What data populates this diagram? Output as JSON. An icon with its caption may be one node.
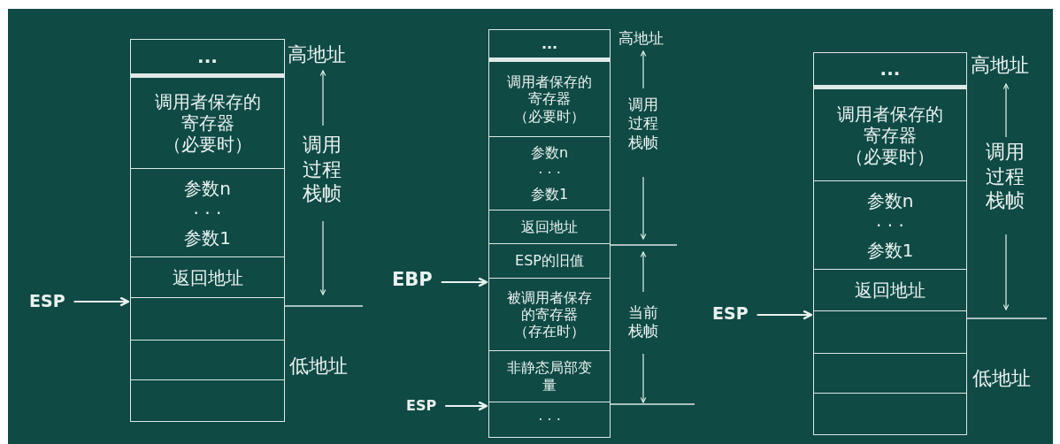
{
  "diagram": {
    "nodes": [
      {
        "text": [
          "..."
        ]
      },
      {
        "text": [
          "调用者保存的寄存器（必要时）"
        ]
      },
      {
        "text": [
          "参数n",
          "· · ·",
          "参数1"
        ]
      },
      {
        "text": [
          "返回地址"
        ]
      },
      {
        "text": [],
        "shape": "box"
      },
      {
        "text": [],
        "shape": "box"
      },
      {
        "text": [],
        "shape": "box"
      },
      {
        "text": [
          "ESP"
        ]
      },
      {
        "text": [
          "..."
        ]
      },
      {
        "text": [
          "调用者保存的寄存器（必要时）"
        ]
      },
      {
        "text": [
          "参数n",
          "· · ·",
          "参数1"
        ]
      },
      {
        "text": [
          "返回地址"
        ]
      },
      {
        "text": [
          "ESP的旧值"
        ]
      },
      {
        "text": [
          "被调用者保存的寄存器（存在时）"
        ]
      },
      {
        "text": [
          "非静态局部变量"
        ]
      },
      {
        "text": [
          "· · ·"
        ]
      },
      {
        "text": [
          "EBP"
        ]
      },
      {
        "text": [
          "ESP"
        ]
      },
      {
        "text": [
          "..."
        ]
      },
      {
        "text": [
          "调用者保存的寄存器（必要时）"
        ]
      },
      {
        "text": [
          "参数n",
          "· · ·",
          "参数1"
        ]
      },
      {
        "text": [
          "返回地址"
        ]
      },
      {
        "text": [],
        "shape": "box"
      },
      {
        "text": [],
        "shape": "box"
      },
      {
        "text": [],
        "shape": "box"
      },
      {
        "text": [
          "ESP"
        ]
      }
    ],
    "edges": [
      {
        "from": 7,
        "to": 4,
        "arrow": "to"
      },
      {
        "from": 16,
        "to": 13,
        "arrow": "to"
      },
      {
        "from": 17,
        "to": 15,
        "arrow": "to"
      },
      {
        "from": 25,
        "to": 22,
        "arrow": "to"
      }
    ],
    "labels": [
      "高地址",
      "调用过程栈帧",
      "低地址",
      "高地址",
      "调用过程栈帧",
      "当前栈帧",
      "高地址",
      "调用过程栈帧",
      "低地址"
    ]
  }
}
